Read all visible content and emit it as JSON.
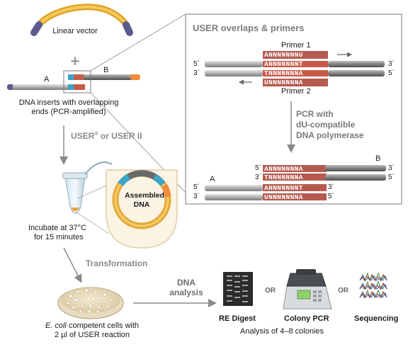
{
  "vector": {
    "label": "Linear vector",
    "plus": "+"
  },
  "inserts": {
    "label_a": "A",
    "label_b": "B",
    "caption_line1": "DNA inserts with overlapping",
    "caption_line2": "ends (PCR-amplified)"
  },
  "step_user": {
    "text": "USER",
    "sup": "®",
    "text_rest": " or USER II"
  },
  "assembled": {
    "line1": "Assembled",
    "line2": "DNA"
  },
  "incubate": {
    "line1": "Incubate at 37°C",
    "line2": "for 15 minutes"
  },
  "step_transformation": "Transformation",
  "ecoli": {
    "italic": "E. coli",
    "rest": " competent cells with",
    "line2": "2 µl of USER reaction"
  },
  "dna_analysis": {
    "line1": "DNA",
    "line2": "analysis"
  },
  "options": {
    "or1": "OR",
    "or2": "OR",
    "re_digest": "RE Digest",
    "colony_pcr": "Colony PCR",
    "sequencing": "Sequencing"
  },
  "analysis_caption": "Analysis of 4–8 colonies",
  "panel": {
    "title": "USER overlaps & primers",
    "primer1": "Primer 1",
    "primer2": "Primer 2",
    "strand_top_seq": "ANNNNNNNU",
    "strand_mid_top_seq": "ANNNNNNNT",
    "strand_mid_bot_seq": "TNNNNNNNA",
    "strand_bot_seq": "UNNNNNNNA",
    "end_5": "5´",
    "end_3": "3´",
    "pcr_line1": "PCR with",
    "pcr_line2": "dU-compatible",
    "pcr_line3": "DNA polymerase",
    "lower_label_a": "A",
    "lower_label_b": "B",
    "lower_b_top": "ANNNNNNNA",
    "lower_b_bot": "TNNNNNNNA",
    "lower_a_top": "ANNNNNNNT",
    "lower_a_bot": "UNNNNNNNA"
  },
  "colors": {
    "insert_a_end": "#5b5b8f",
    "insert_b_end": "#f08a3c",
    "vector_arc": "#f2b733",
    "user_site_blue": "#3ca6c8",
    "user_site_red": "#c85a4a",
    "seq_box": "#b55a4e",
    "arrow_gray": "#8a8a8a"
  }
}
